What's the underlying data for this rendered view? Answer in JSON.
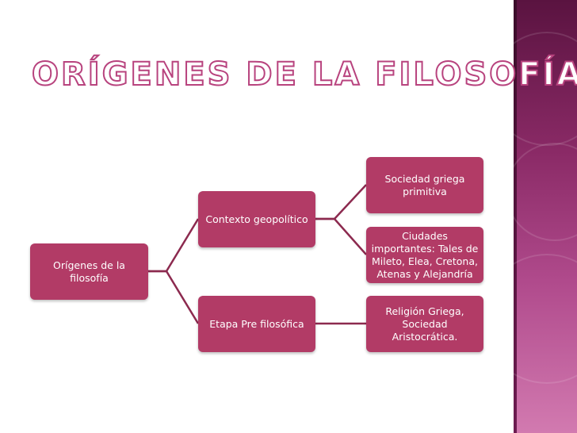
{
  "slide": {
    "title": "Orígenes de la Filosofía"
  },
  "diagram": {
    "root": "Orígenes de la filosofía",
    "branches": [
      {
        "label": "Contexto geopolítico",
        "children": [
          "Sociedad griega primitiva",
          "Ciudades importantes: Tales de Mileto, Elea, Cretona, Atenas y Alejandría"
        ]
      },
      {
        "label": "Etapa Pre filosófica",
        "children": [
          "Religión Griega, Sociedad Aristocrática."
        ]
      }
    ]
  },
  "colors": {
    "node_fill": "#b23b66",
    "connector": "#8c2a4f",
    "title_outline": "#b8437e",
    "side_band": "#8a2a66"
  }
}
